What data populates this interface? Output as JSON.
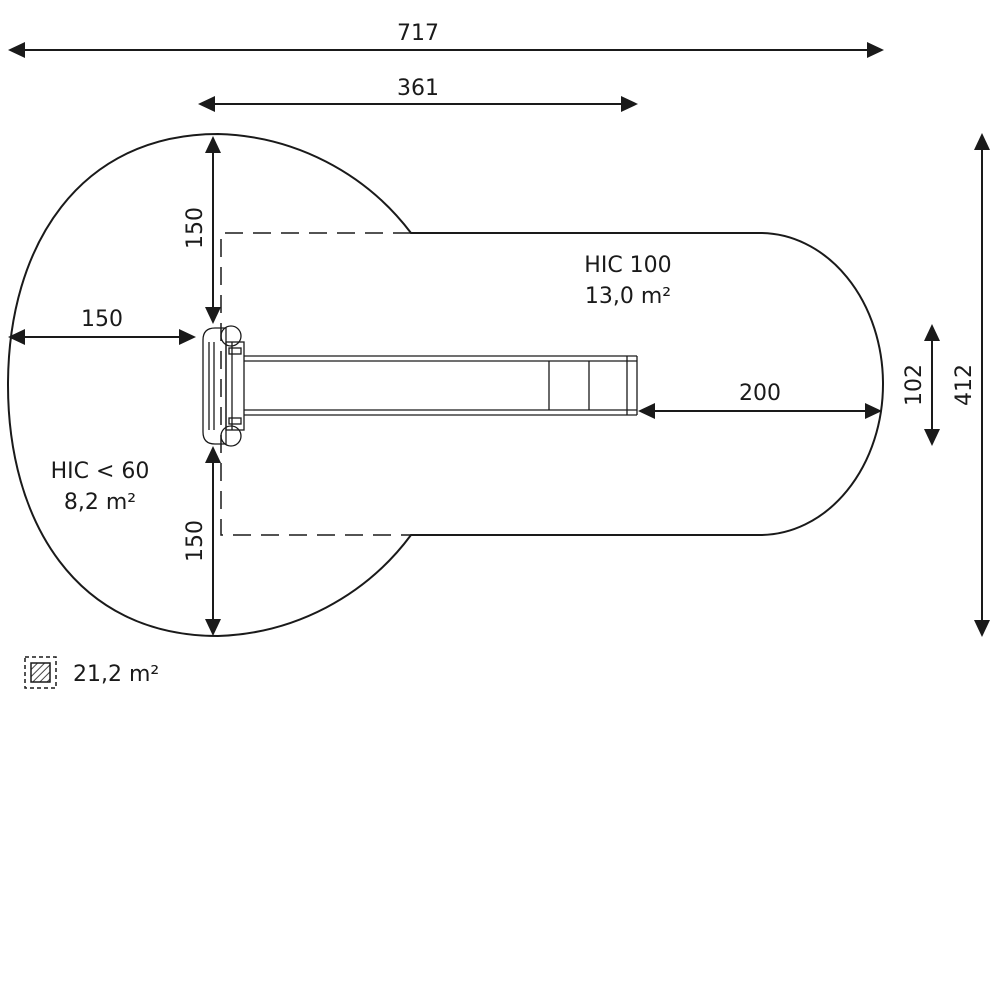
{
  "dimensions": {
    "overall_width": "717",
    "platform_width": "361",
    "top_radius": "150",
    "left_radius": "150",
    "bottom_radius": "150",
    "slide_runout": "200",
    "slide_width": "102",
    "overall_height": "412"
  },
  "zones": {
    "hic_100": {
      "label": "HIC 100",
      "area": "13,0 m²"
    },
    "hic_60": {
      "label": "HIC < 60",
      "area": "8,2 m²"
    }
  },
  "legend": {
    "total_area": "21,2 m²"
  }
}
